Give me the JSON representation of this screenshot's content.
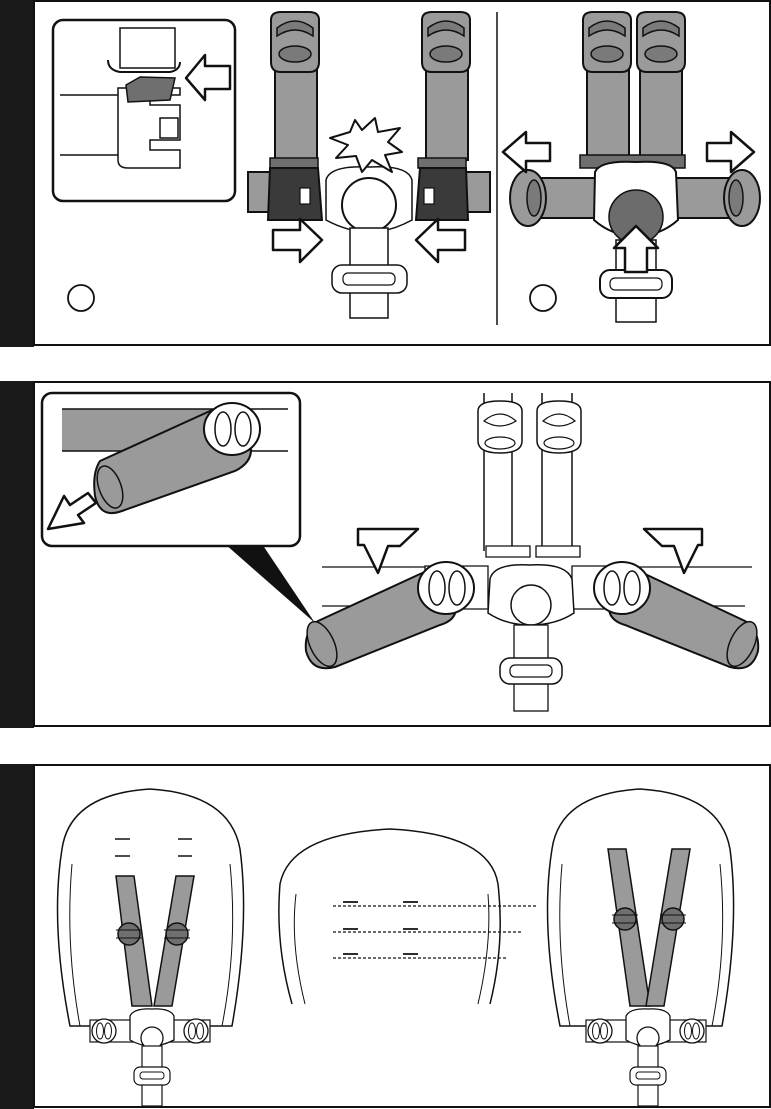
{
  "colors": {
    "strap": "#9a9a9a",
    "strap_dark": "#6f6f6f",
    "buckle_dark": "#3a3a3a",
    "button": "#6c6c6c",
    "outline": "#111111",
    "tab_bar": "#1a1a1a",
    "background": "#ffffff"
  },
  "panels": [
    {
      "id": "release-buckle",
      "steps": [
        {
          "marker": ""
        },
        {
          "marker": ""
        }
      ]
    },
    {
      "id": "shoulder-pads"
    },
    {
      "id": "shoulder-strap-heights",
      "slot_rows": 3
    }
  ],
  "icons": [
    "click-burst-icon",
    "push-arrow-icon",
    "pull-arrow-icon"
  ]
}
